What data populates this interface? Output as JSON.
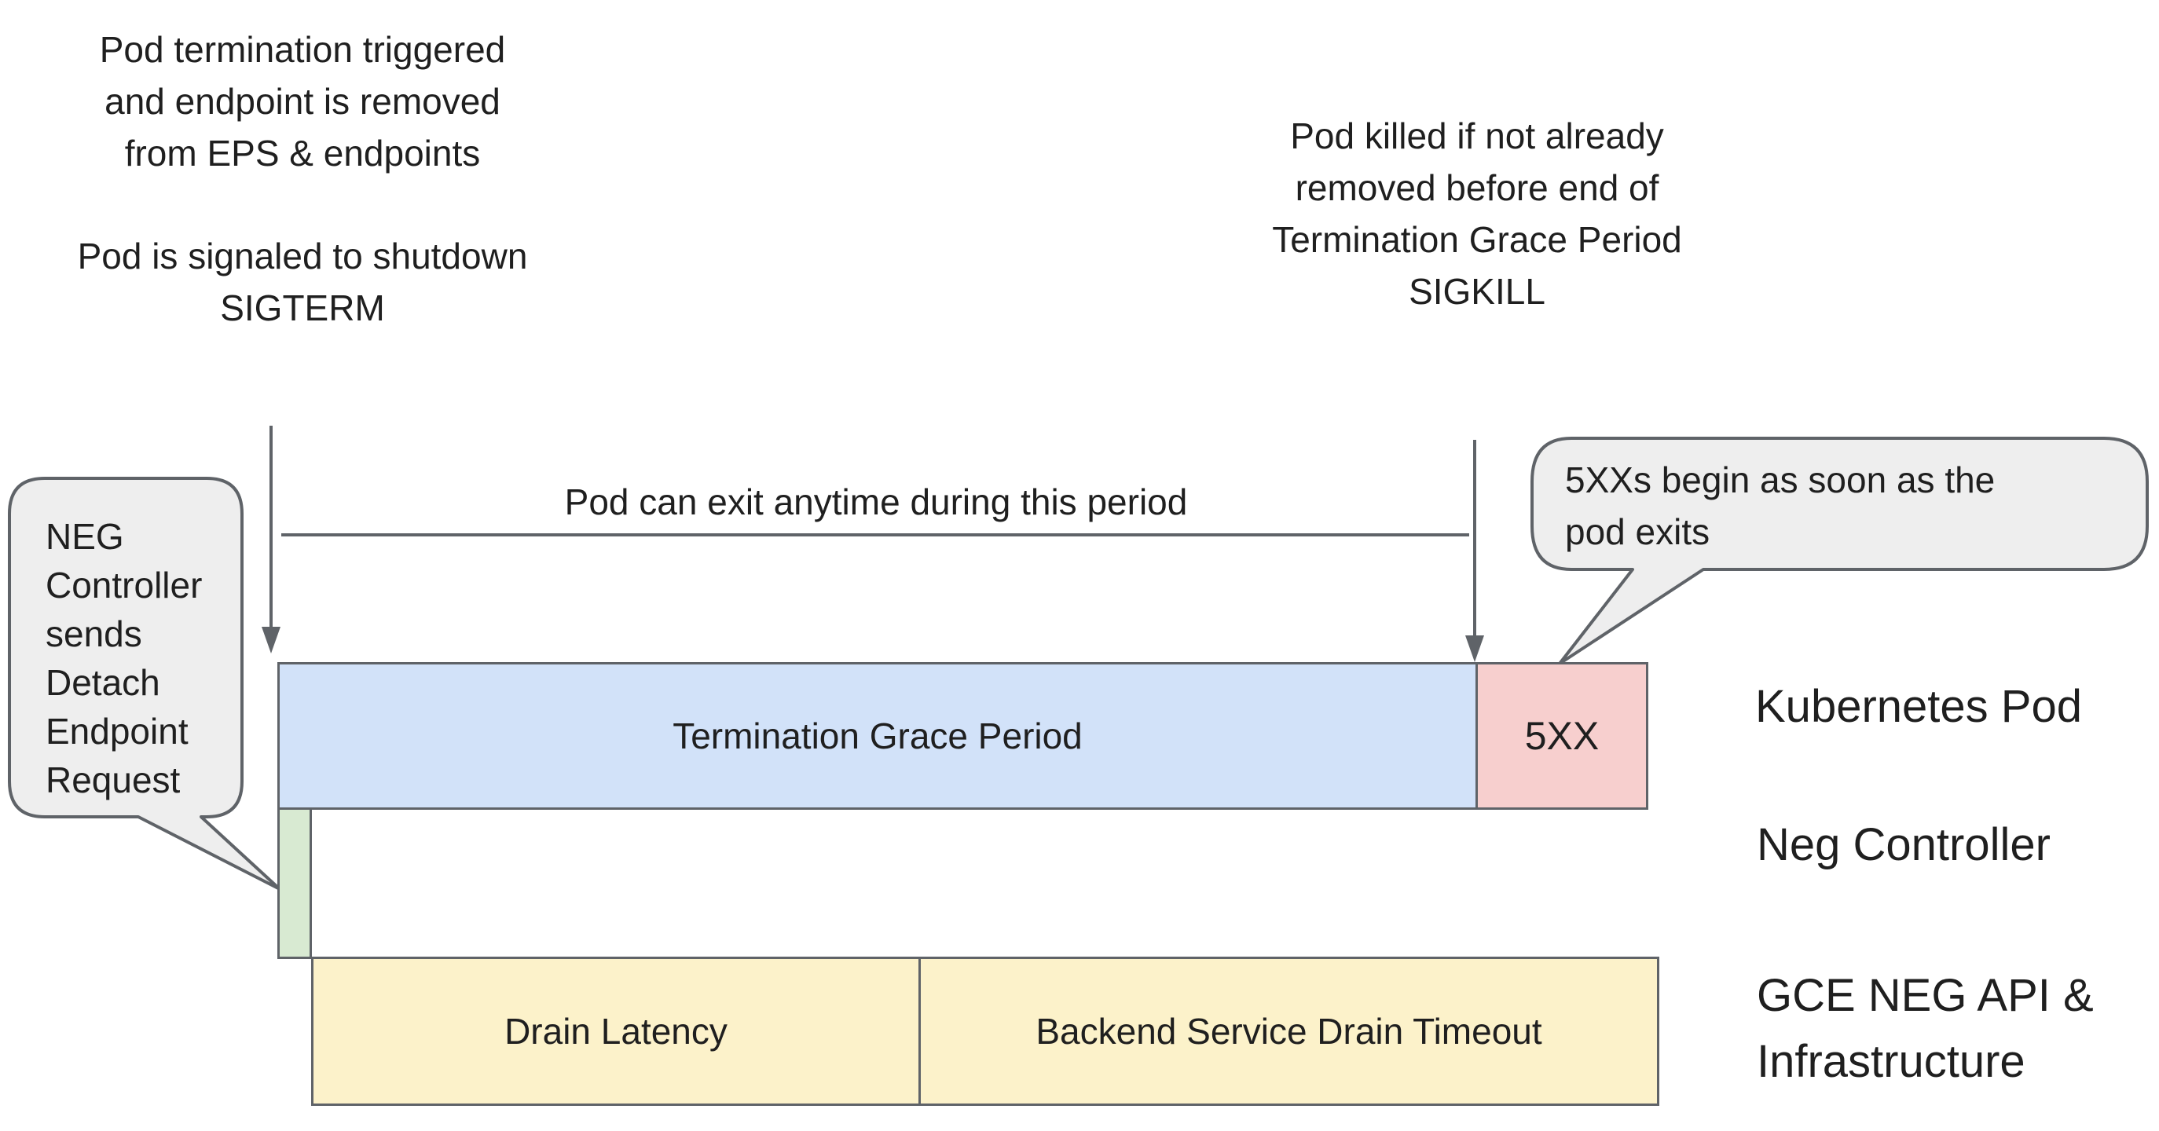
{
  "colors": {
    "background": "#ffffff",
    "outline": "#5f6368",
    "text": "#1f1f1f",
    "grace_period_fill": "#d2e2f9",
    "error_fill": "#f7cfce",
    "neg_detach_fill": "#d8ead2",
    "gce_drain_fill": "#fcf2ca",
    "callout_fill": "#eeeeee"
  },
  "annotations": {
    "pod_termination": {
      "lines": [
        "Pod termination triggered",
        "and endpoint is removed",
        "from EPS & endpoints"
      ]
    },
    "pod_shutdown": {
      "lines": [
        "Pod is signaled to shutdown",
        "SIGTERM"
      ]
    },
    "pod_killed": {
      "lines": [
        "Pod killed if not already",
        "removed before end of",
        "Termination Grace Period",
        "SIGKILL"
      ]
    },
    "exit_period_label": "Pod can exit anytime during this period"
  },
  "callouts": {
    "neg_detach": {
      "lines": [
        "NEG",
        "Controller",
        "sends",
        "Detach",
        "Endpoint",
        "Request"
      ]
    },
    "errors_begin": {
      "lines": [
        "5XXs begin as soon as the",
        "pod exits"
      ]
    }
  },
  "timeline": {
    "grace_period_label": "Termination Grace Period",
    "error_label": "5XX",
    "drain_latency_label": "Drain Latency",
    "drain_timeout_label": "Backend Service Drain Timeout"
  },
  "row_labels": {
    "kubernetes_pod": "Kubernetes Pod",
    "neg_controller": "Neg Controller",
    "gce_lines": [
      "GCE NEG API &",
      "Infrastructure"
    ]
  }
}
